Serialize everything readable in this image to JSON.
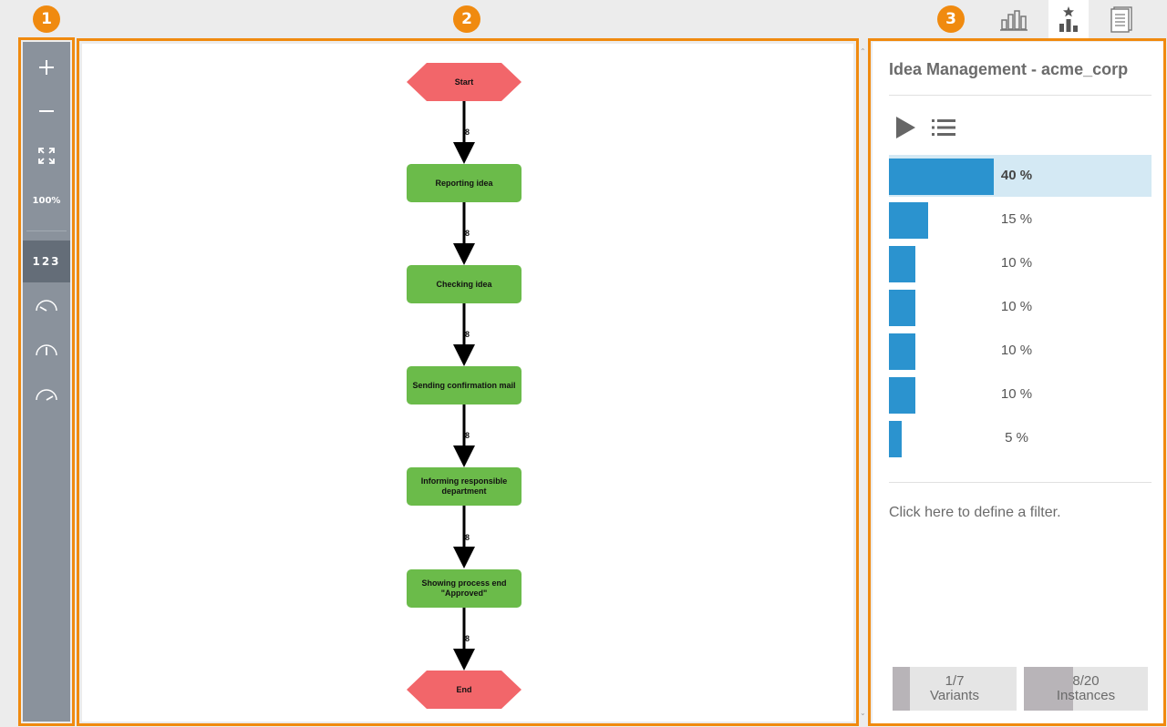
{
  "callouts": [
    "1",
    "2",
    "3"
  ],
  "tabs": [
    {
      "name": "bar-chart-icon",
      "active": false
    },
    {
      "name": "ranked-chart-icon",
      "active": true
    },
    {
      "name": "document-list-icon",
      "active": false
    }
  ],
  "toolbar": {
    "zoom_in": "zoom-in-icon",
    "zoom_out": "zoom-out-icon",
    "fit": "fit-screen-icon",
    "zoom_level": "100%",
    "numbers_label": "123",
    "gauges": [
      "gauge-low-icon",
      "gauge-mid-icon",
      "gauge-high-icon"
    ]
  },
  "flow": {
    "nodes": [
      {
        "label": "Start",
        "shape": "hexagon",
        "color": "#f2666a"
      },
      {
        "label": "Reporting idea",
        "shape": "rect",
        "color": "#6bbb4a"
      },
      {
        "label": "Checking idea",
        "shape": "rect",
        "color": "#6bbb4a"
      },
      {
        "label": "Sending confirmation mail",
        "shape": "rect",
        "color": "#6bbb4a"
      },
      {
        "label": "Informing responsible department",
        "shape": "rect",
        "color": "#6bbb4a"
      },
      {
        "label": "Showing process end \"Approved\"",
        "shape": "rect",
        "color": "#6bbb4a"
      },
      {
        "label": "End",
        "shape": "hexagon",
        "color": "#f2666a"
      }
    ],
    "edge_labels": [
      "8",
      "8",
      "8",
      "8",
      "8",
      "8"
    ]
  },
  "panel": {
    "title": "Idea Management - acme_corp",
    "play_icon": "play-icon",
    "list_icon": "list-icon",
    "variants": [
      {
        "percent": 40,
        "label": "40 %",
        "selected": true
      },
      {
        "percent": 15,
        "label": "15 %",
        "selected": false
      },
      {
        "percent": 10,
        "label": "10 %",
        "selected": false
      },
      {
        "percent": 10,
        "label": "10 %",
        "selected": false
      },
      {
        "percent": 10,
        "label": "10 %",
        "selected": false
      },
      {
        "percent": 10,
        "label": "10 %",
        "selected": false
      },
      {
        "percent": 5,
        "label": "5 %",
        "selected": false
      }
    ],
    "filter_text": "Click here to define a filter.",
    "variants_counter": {
      "value": "1/7",
      "label": "Variants",
      "fraction": 0.143
    },
    "instances_counter": {
      "value": "8/20",
      "label": "Instances",
      "fraction": 0.4
    }
  },
  "colors": {
    "accent": "#f08a0f",
    "bar": "#2b93cf",
    "selected_row": "#d4e9f4",
    "toolbar": "#8a929c"
  }
}
